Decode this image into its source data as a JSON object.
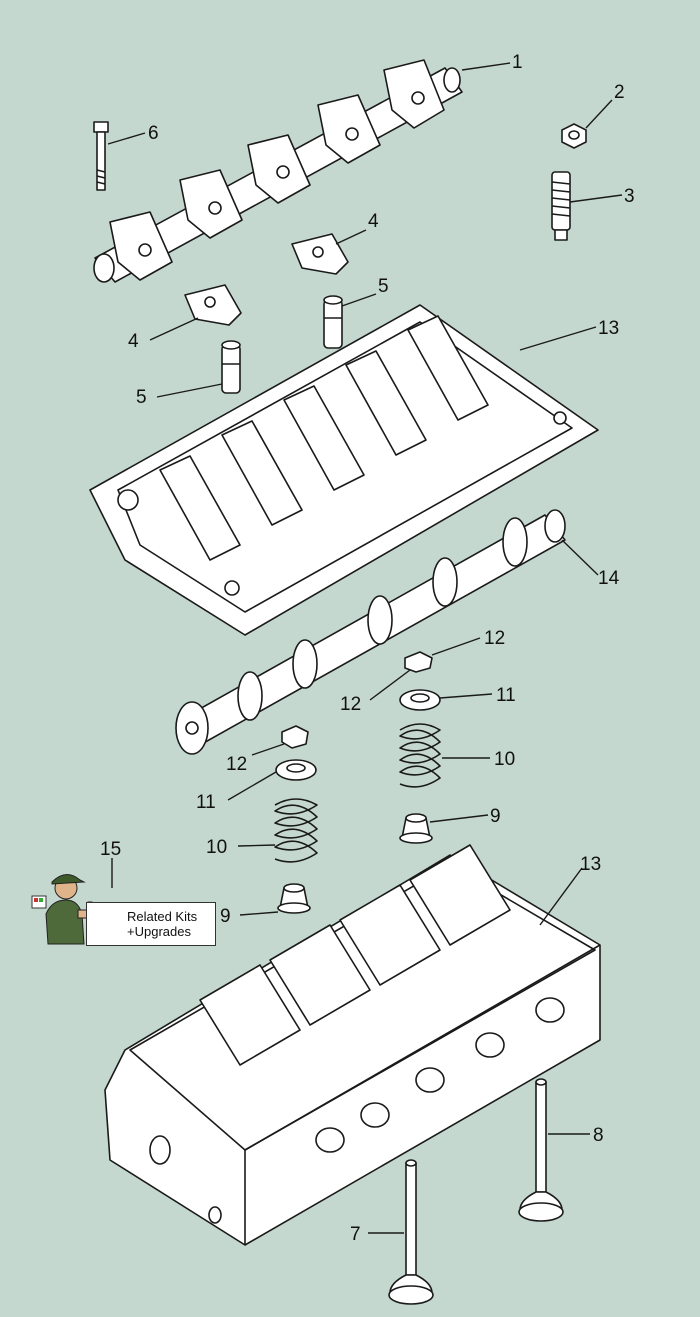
{
  "diagram": {
    "callouts": [
      "1",
      "2",
      "3",
      "4",
      "5",
      "6",
      "7",
      "8",
      "9",
      "10",
      "11",
      "12",
      "13",
      "14",
      "15"
    ]
  },
  "kits": {
    "line1": "Related Kits",
    "line2": "+Upgrades"
  },
  "colors": {
    "background": "#c5d8d0",
    "part_fill": "#ffffff",
    "line": "#1a1a1a"
  }
}
